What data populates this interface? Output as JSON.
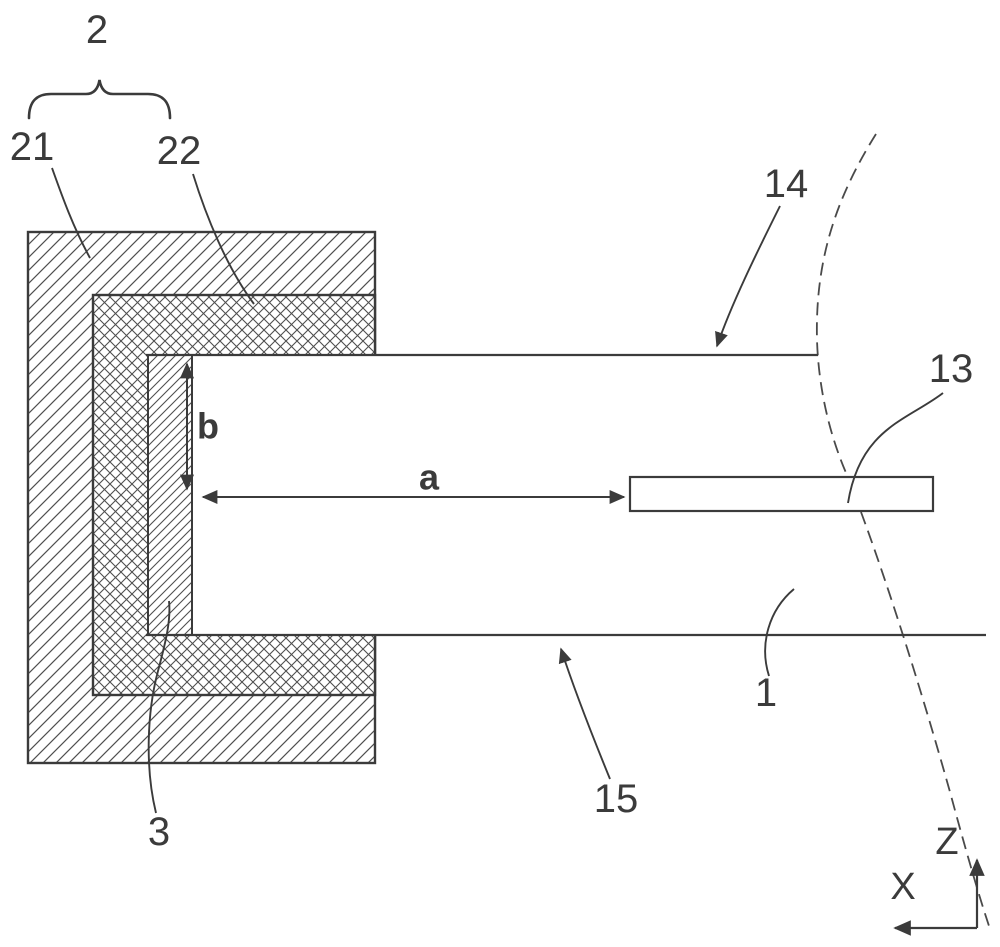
{
  "figure": {
    "reference_labels": {
      "group2": "2",
      "part21": "21",
      "part22": "22",
      "part14": "14",
      "part13": "13",
      "part1": "1",
      "part15": "15",
      "part3": "3"
    },
    "dimensions": {
      "a": "a",
      "b": "b"
    },
    "axes": {
      "x": "X",
      "z": "Z"
    },
    "colors": {
      "line": "#3b3b3b",
      "hatch": "#4f4f4f",
      "background": "#ffffff"
    }
  }
}
